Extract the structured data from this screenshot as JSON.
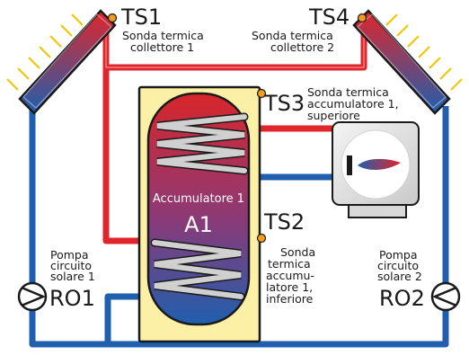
{
  "sensors": {
    "ts1": {
      "code": "TS1",
      "desc_l1": "Sonda termica",
      "desc_l2": "collettore 1"
    },
    "ts4": {
      "code": "TS4",
      "desc_l1": "Sonda termica",
      "desc_l2": "collettore 2"
    },
    "ts3": {
      "code": "TS3",
      "desc_l1": "Sonda termica",
      "desc_l2": "accumulatore 1,",
      "desc_l3": "superiore"
    },
    "ts2": {
      "code": "TS2",
      "desc_l1": "Sonda",
      "desc_l2": "termica",
      "desc_l3": "accumu-",
      "desc_l4": "latore 1,",
      "desc_l5": "inferiore"
    }
  },
  "tank": {
    "label": "Accumulatore 1",
    "code": "A1"
  },
  "pumps": {
    "ro1": {
      "code": "RO1",
      "l1": "Pompa",
      "l2": "circuito",
      "l3": "solare 1"
    },
    "ro2": {
      "code": "RO2",
      "l1": "Pompa",
      "l2": "circuito",
      "l3": "solare 2"
    }
  },
  "colors": {
    "hot": "#e0262b",
    "cold": "#1f5fae",
    "tank_frame": "#fcefa6",
    "sensor_dot": "#f39c1e"
  }
}
